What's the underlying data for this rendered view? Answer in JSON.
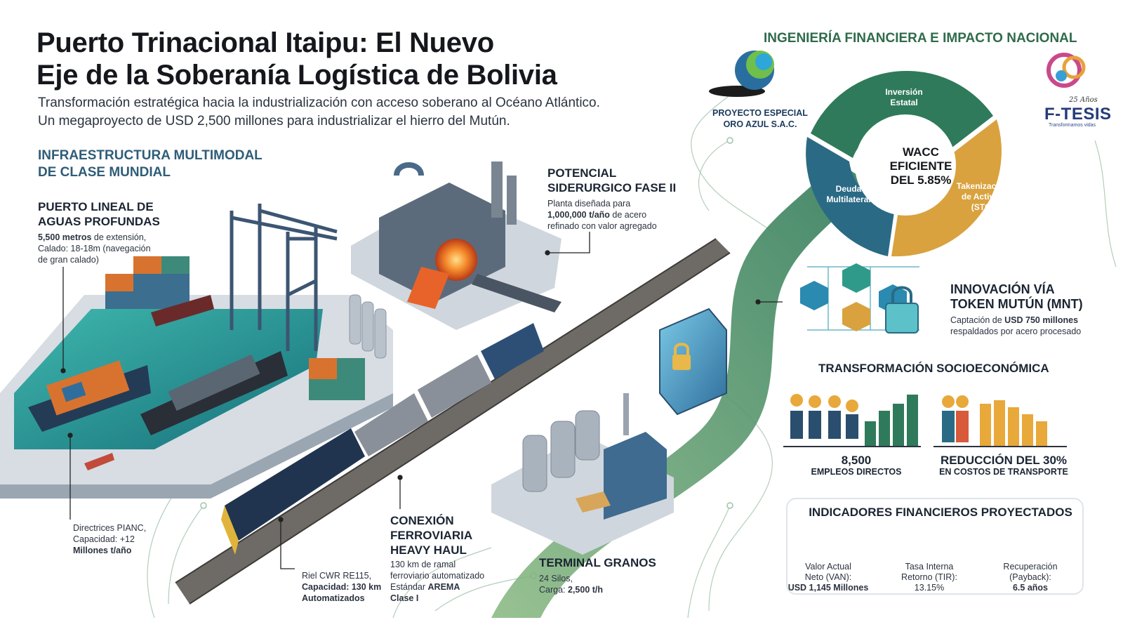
{
  "header": {
    "title_line1": "Puerto Trinacional Itaipu: El Nuevo",
    "title_line2": "Eje de la Soberanía Logística de Bolivia",
    "subtitle_line1": "Transformación estratégica hacia la industrialización con acceso soberano al Océano Atlántico.",
    "subtitle_line2": "Un megaproyecto de USD 2,500 millones para industrializar el hierro del Mutún."
  },
  "left_section": {
    "heading_line1": "INFRAESTRUCTURA MULTIMODAL",
    "heading_line2": "DE CLASE MUNDIAL",
    "puerto": {
      "title_line1": "PUERTO LINEAL DE",
      "title_line2": "AGUAS PROFUNDAS",
      "extent_value": "5,500 metros",
      "extent_rest": " de extensión,",
      "draft_line1": "Calado: 18-18m (navegación",
      "draft_line2": "de gran calado)"
    },
    "pianc": {
      "line1": "Directrices PIANC,",
      "line2": "Capacidad: +12",
      "line3": "Millones t/año"
    },
    "riel": {
      "line1": "Riel CWR RE115,",
      "line2": "Capacidad: 130 km",
      "line3": "Automatizados"
    }
  },
  "siderurgico": {
    "title_line1": "POTENCIAL",
    "title_line2": "SIDERURGICO FASE II",
    "line1": "Planta diseñada para",
    "capacity": "1,000,000 t/año",
    "line2_rest": " de acero",
    "line3": "refinado con valor agregado"
  },
  "conexion": {
    "title_line1": "CONEXIÓN",
    "title_line2": "FERROVIARIA",
    "title_line3": "HEAVY HAUL",
    "line1": "130 km de ramal",
    "line2": "ferroviario automatizado",
    "line3_a": "Estándar ",
    "line3_b": "AREMA",
    "line4": "Clase I"
  },
  "terminal": {
    "title": "TERMINAL GRANOS",
    "line1": "24 Silos,",
    "line2_a": "Carga: ",
    "line2_b": "2,500 t/h"
  },
  "right_section": {
    "heading": "INGENIERÍA FINANCIERA E IMPACTO NACIONAL",
    "oro_azul_line1": "PROYECTO ESPECIAL",
    "oro_azul_line2": "ORO AZUL S.A.C.",
    "ftesis": {
      "years": "25 Años",
      "name": "F-TESIS",
      "tagline": "Transformamos vidas"
    },
    "financing_ring": {
      "center_line1": "WACC",
      "center_line2": "EFICIENTE",
      "center_line3": "DEL 5.85%",
      "segments": [
        {
          "line1": "Inversión",
          "line2": "Estatal",
          "color": "#2f7a5a"
        },
        {
          "line1": "Deuda",
          "line2": "Multilateral",
          "color": "#2a6a85"
        },
        {
          "line1": "Takenización",
          "line2": "de Activos",
          "line3": "(STO)",
          "color": "#d9a23e"
        }
      ]
    },
    "mnt": {
      "title_line1": "INNOVACIÓN VÍA",
      "title_line2": "TOKEN MUTÚN (MNT)",
      "line1_a": "Captación de ",
      "line1_b": "USD 750 millones",
      "line2": "respaldados por acero procesado"
    },
    "socio": {
      "heading": "TRANSFORMACIÓN SOCIOECONÓMICA",
      "stats": [
        {
          "value": "8,500",
          "label": "EMPLEOS DIRECTOS"
        },
        {
          "value": "REDUCCIÓN DEL 30%",
          "label": "EN COSTOS DE TRANSPORTE"
        }
      ]
    },
    "indicators": {
      "heading": "INDICADORES FINANCIEROS PROYECTADOS",
      "gauges": [
        {
          "line1": "Valor Actual",
          "line2": "Neto (VAN):",
          "value": "USD 1,145 Millones"
        },
        {
          "line1": "Tasa Interna",
          "line2": "Retorno (TIR):",
          "value": "13.15%"
        },
        {
          "line1": "Recuperación",
          "line2": "(Payback):",
          "value": "6.5 años"
        }
      ]
    }
  },
  "colors": {
    "green": "#2f7a5a",
    "teal": "#2a6a85",
    "gold": "#d9a23e",
    "navy": "#243c7a"
  }
}
